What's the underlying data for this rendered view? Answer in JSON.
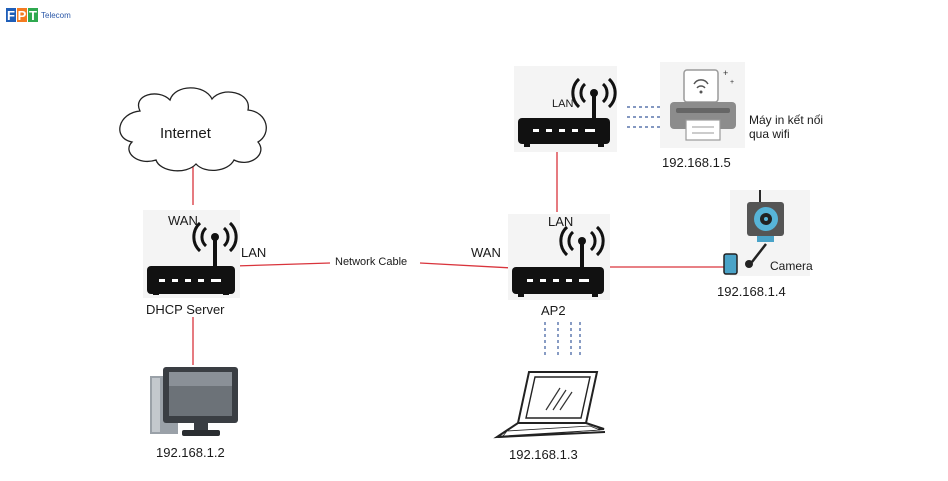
{
  "logo": {
    "letters": [
      "F",
      "P",
      "T"
    ],
    "colors": [
      "#1f5eb8",
      "#f47b20",
      "#2fa84f"
    ],
    "text": "Telecom"
  },
  "nodes": {
    "internet": "Internet",
    "wan_main": "WAN",
    "lan_main": "LAN",
    "dhcp_server": "DHCP Server",
    "network_cable": "Network Cable",
    "wan_ap2": "WAN",
    "lan_ap2_up": "LAN",
    "lan_top_router": "LAN",
    "ap2": "AP2",
    "printer_label": "Máy in kết nối\nqua wifi",
    "printer_ip": "192.168.1.5",
    "camera_label": "Camera",
    "camera_ip": "192.168.1.4",
    "pc_ip": "192.168.1.2",
    "laptop_ip": "192.168.1.3"
  },
  "colors": {
    "link": "#d9343c",
    "wifi_dash": "#3a5a9c",
    "device": "#111111"
  }
}
